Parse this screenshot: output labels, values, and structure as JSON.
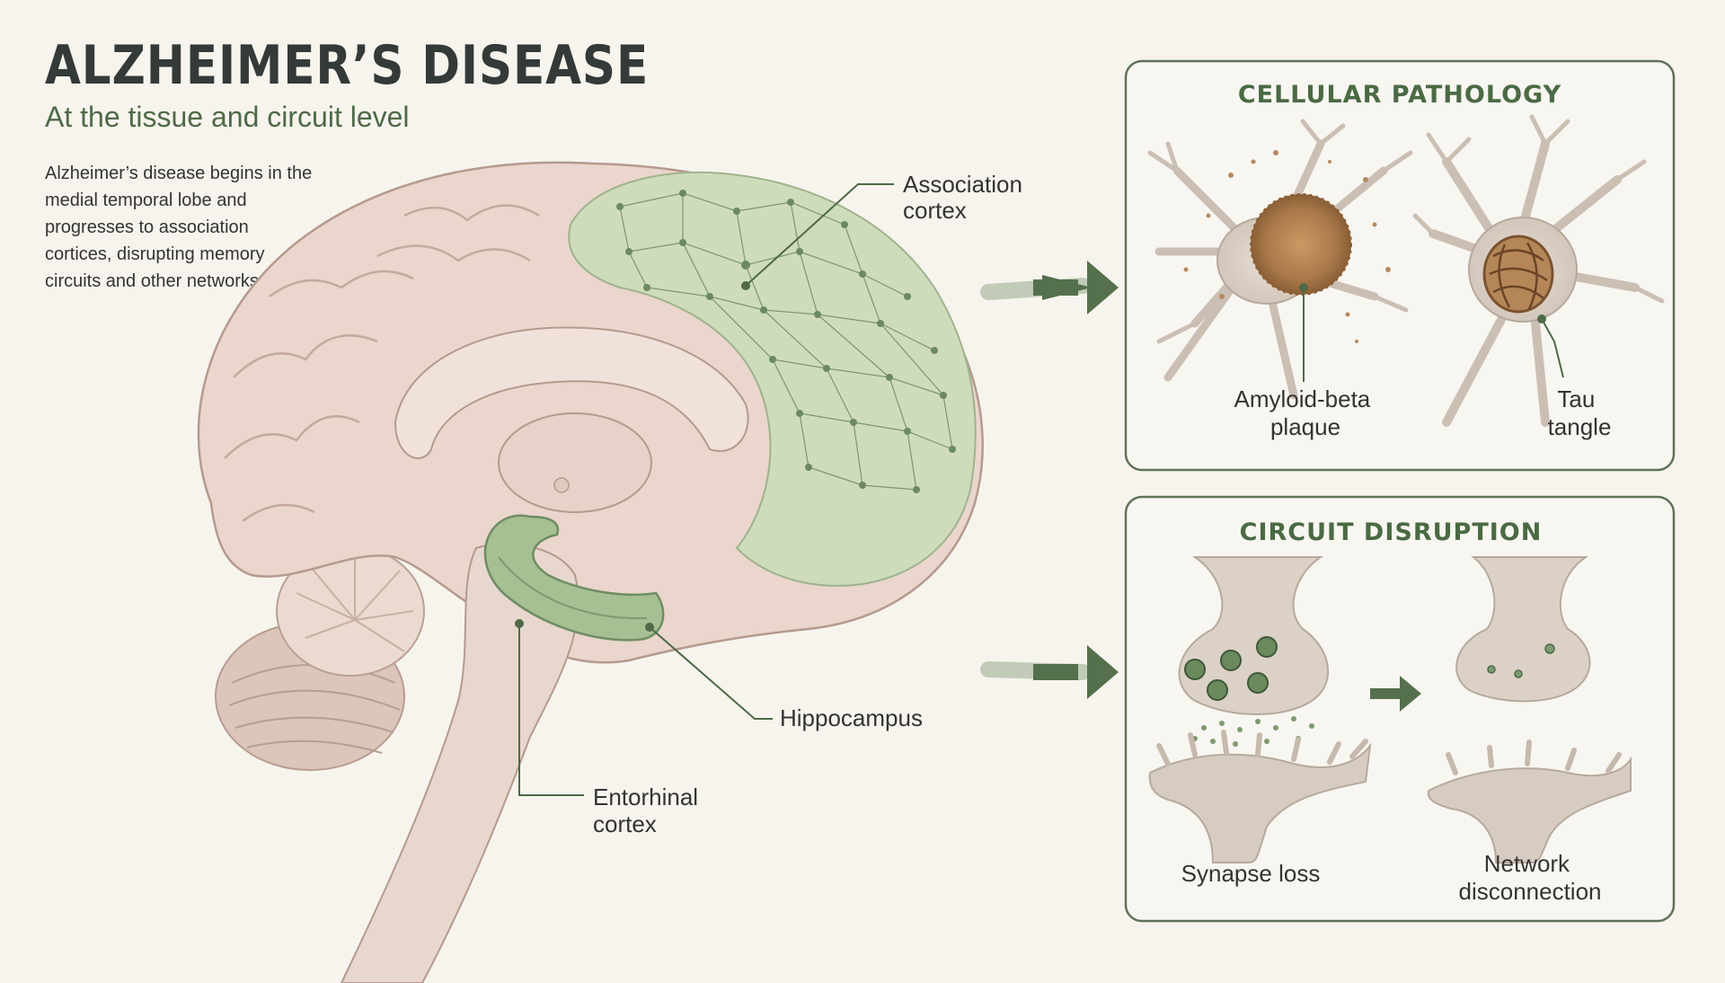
{
  "header": {
    "title": "ALZHEIMER’S DISEASE",
    "subtitle": "At the tissue and circuit level",
    "intro": "Alzheimer’s disease begins in the medial temporal lobe and progresses to association cortices, disrupting memory circuits and other networks."
  },
  "brain_labels": {
    "association_cortex": [
      "Association",
      "cortex"
    ],
    "hippocampus": [
      "Hippocampus"
    ],
    "entorhinal_cortex": [
      "Entorhinal",
      "cortex"
    ]
  },
  "panels": {
    "cellular": {
      "title": "CELLULAR PATHOLOGY",
      "amyloid": [
        "Amyloid-beta",
        "plaque"
      ],
      "tau": [
        "Tau",
        "tangle"
      ]
    },
    "circuit": {
      "title": "CIRCUIT DISRUPTION",
      "synapse": [
        "Synapse loss"
      ],
      "network": [
        "Network",
        "disconnection"
      ]
    }
  },
  "colors": {
    "accent_green": "#4e6a47",
    "brain_pink": "#e9d6cd",
    "cortex_green": "#cfdcbc",
    "panel_border": "#5f7357",
    "plaque_brown": "#a8784a"
  }
}
